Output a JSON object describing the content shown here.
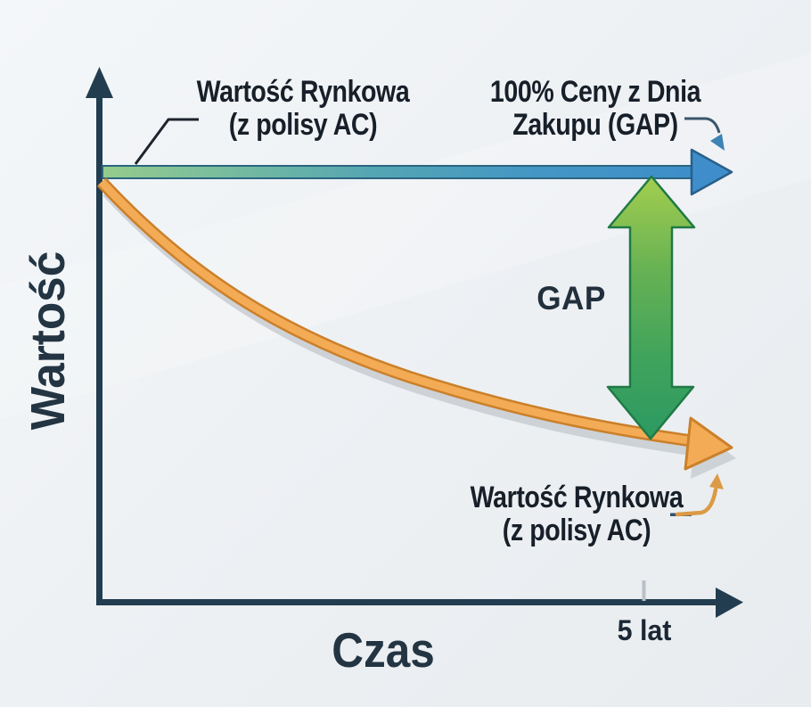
{
  "chart_data": {
    "type": "line",
    "xlabel": "Czas",
    "ylabel": "Wartość",
    "x_unit_years": [
      0,
      1,
      2,
      3,
      4,
      5
    ],
    "x_tick_labels": [
      "5 lat"
    ],
    "grid": false,
    "legend_position": "none",
    "ylim_percent_of_purchase_price": [
      0,
      110
    ],
    "series": [
      {
        "name": "100% Ceny z Dnia Zakupu (GAP)",
        "values_percent": [
          100,
          100,
          100,
          100,
          100,
          100
        ],
        "color": "#3e8ec9",
        "style": "horizontal-arrow"
      },
      {
        "name": "Wartość Rynkowa (z polisy AC)",
        "values_percent": [
          100,
          78,
          62,
          51,
          43,
          39
        ],
        "color": "#f4ab55",
        "style": "decaying-curve-arrow"
      }
    ],
    "annotations": [
      "Wartość Rynkowa (z polisy AC)",
      "100% Ceny z Dnia Zakupu (GAP)",
      "GAP",
      "Wartość Rynkowa (z polisy AC)",
      "5 lat"
    ]
  },
  "axes": {
    "y_label": "Wartość",
    "x_label": "Czas",
    "x_tick_label": "5 lat"
  },
  "annotations": {
    "top_left": {
      "line1": "Wartość Rynkowa",
      "line2": "(z polisy AC)"
    },
    "top_right": {
      "line1": "100% Ceny z Dnia",
      "line2": "Zakupu (GAP)"
    },
    "gap": "GAP",
    "bottom_right": {
      "line1": "Wartość Rynkowa",
      "line2": "(z polisy AC)"
    }
  },
  "colors": {
    "background": "#eef1f4",
    "axis": "#223d4f",
    "annotation_text": "#171f29",
    "axis_label_text": "#233442",
    "gap_price_line_left_green": "#96cb8b",
    "gap_price_line_right_blue": "#3e8ec9",
    "gap_price_line_edge": "#2b6580",
    "market_curve_fill": "#f4ab55",
    "market_curve_outline": "#cb802a",
    "gap_arrow_top_green": "#a3ce4f",
    "gap_arrow_bottom_green": "#2d9a62",
    "gap_arrow_outline": "#1f7a45",
    "curve_shadow": "#c6cbd0",
    "tick": "#b9c0c6"
  }
}
